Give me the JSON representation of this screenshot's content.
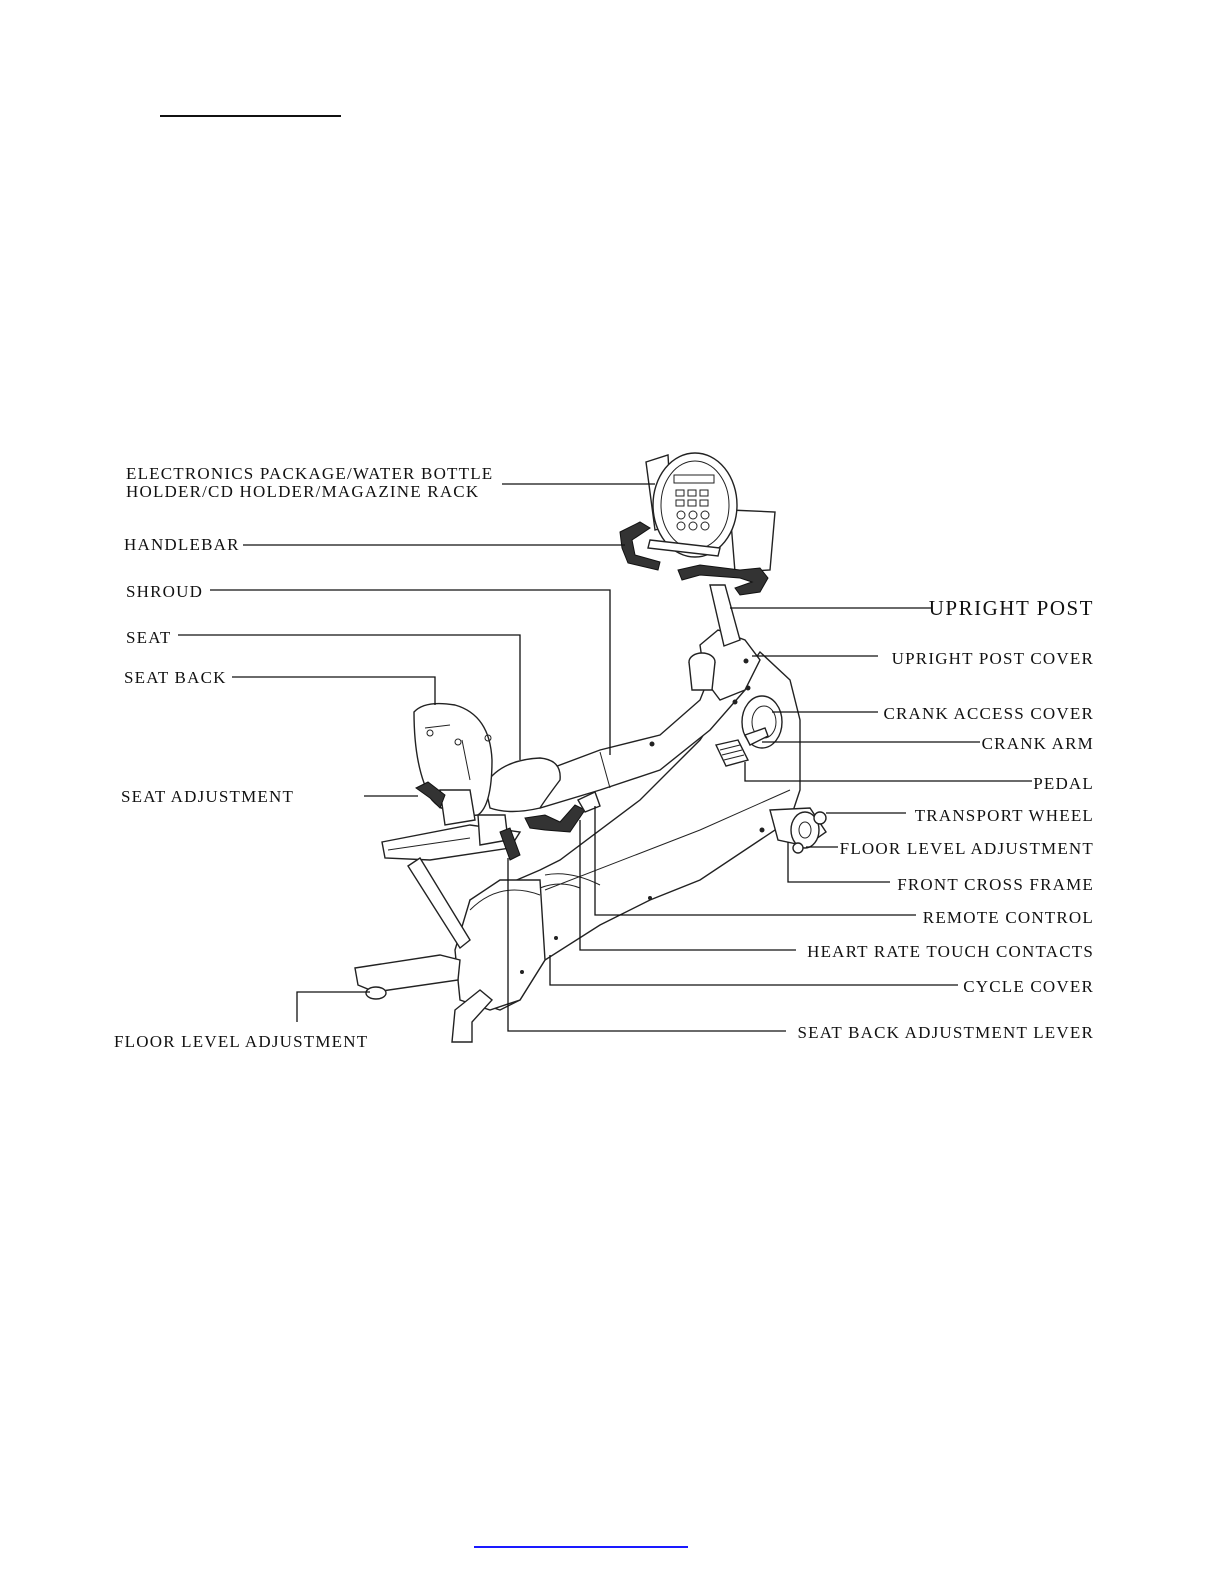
{
  "diagram": {
    "labels": {
      "electronics_line1": "ELECTRONICS PACKAGE/WATER BOTTLE",
      "electronics_line2": "HOLDER/CD HOLDER/MAGAZINE RACK",
      "handlebar": "HANDLEBAR",
      "shroud": "SHROUD",
      "seat": "SEAT",
      "seat_back": "SEAT BACK",
      "seat_adjustment": "SEAT ADJUSTMENT",
      "floor_level_adjustment_left": "FLOOR LEVEL ADJUSTMENT",
      "upright_post": "UPRIGHT POST",
      "upright_post_cover": "UPRIGHT POST COVER",
      "crank_access_cover": "CRANK ACCESS COVER",
      "crank_arm": "CRANK ARM",
      "pedal": "PEDAL",
      "transport_wheel": "TRANSPORT WHEEL",
      "floor_level_adjustment_right": "FLOOR LEVEL ADJUSTMENT",
      "front_cross_frame": "FRONT CROSS FRAME",
      "remote_control": "REMOTE CONTROL",
      "heart_rate_touch_contacts": "HEART RATE TOUCH CONTACTS",
      "cycle_cover": "CYCLE COVER",
      "seat_back_adjustment_lever": "SEAT BACK ADJUSTMENT LEVER"
    }
  },
  "colors": {
    "line": "#111111",
    "link": "#1a1aff",
    "grip": "#333333"
  }
}
